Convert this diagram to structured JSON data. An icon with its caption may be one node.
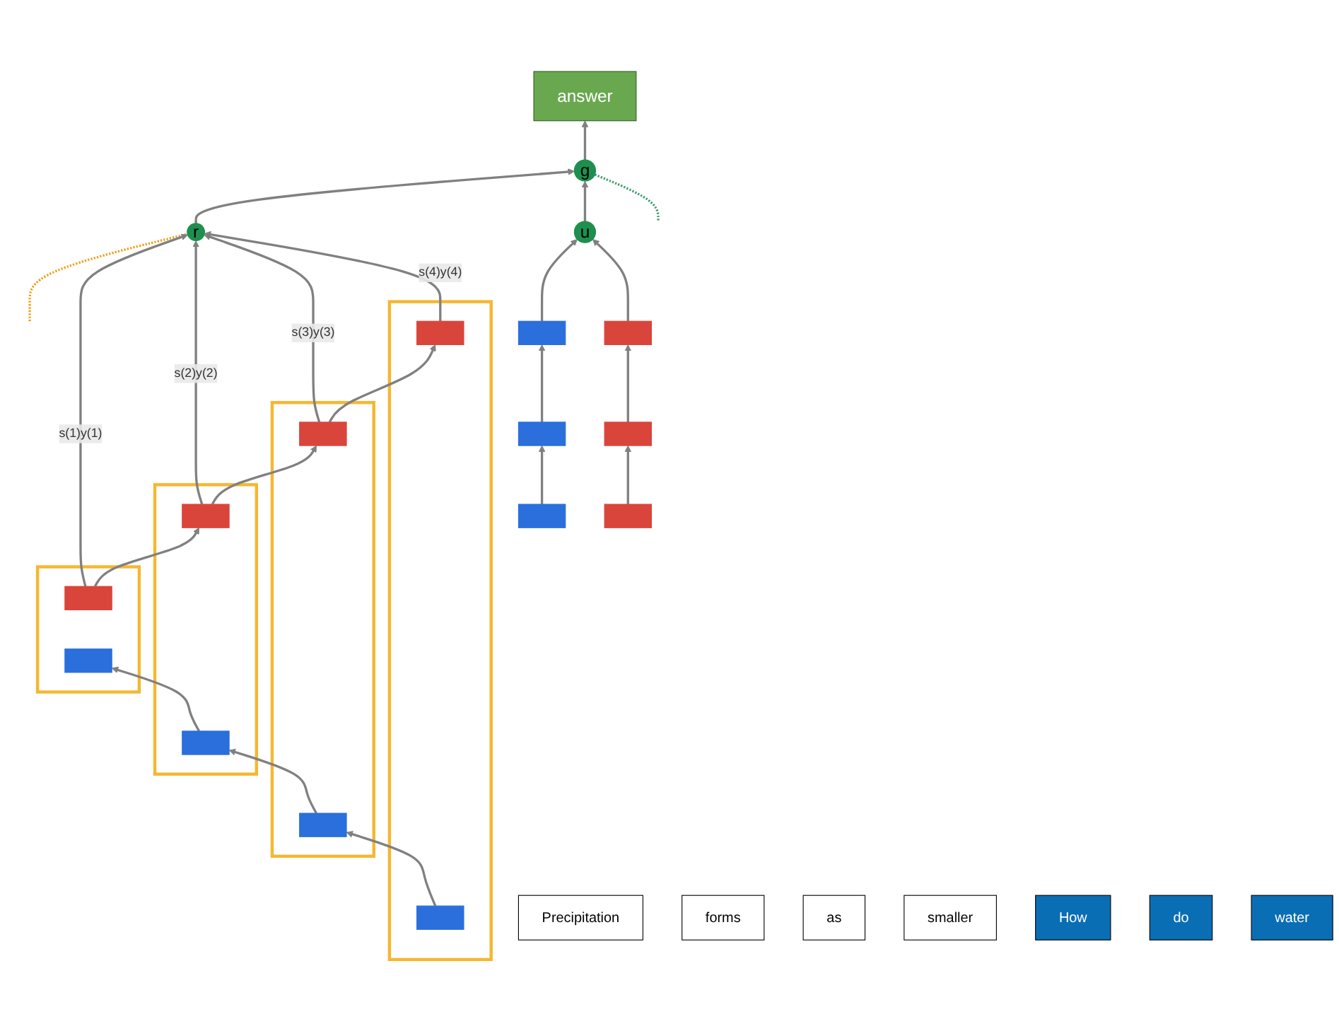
{
  "diagram": {
    "nodes": [
      {
        "text": [
          "answer"
        ]
      },
      {
        "text": [
          "g"
        ]
      },
      {
        "text": [
          "r"
        ]
      },
      {
        "text": [
          "u"
        ]
      },
      {
        "text": [],
        "shape": "box"
      },
      {
        "text": [],
        "shape": "bar",
        "in": 4
      },
      {
        "text": [],
        "shape": "bar",
        "in": 4
      },
      {
        "text": [],
        "shape": "box"
      },
      {
        "text": [],
        "shape": "bar",
        "in": 7
      },
      {
        "text": [],
        "shape": "bar",
        "in": 7
      },
      {
        "text": [],
        "shape": "box"
      },
      {
        "text": [],
        "shape": "bar",
        "in": 10
      },
      {
        "text": [],
        "shape": "bar",
        "in": 10
      },
      {
        "text": [],
        "shape": "box"
      },
      {
        "text": [],
        "shape": "bar",
        "in": 13
      },
      {
        "text": [],
        "shape": "bar",
        "in": 13
      },
      {
        "text": [],
        "shape": "bar"
      },
      {
        "text": [],
        "shape": "bar"
      },
      {
        "text": [],
        "shape": "bar"
      },
      {
        "text": [],
        "shape": "bar"
      },
      {
        "text": [],
        "shape": "bar"
      },
      {
        "text": [],
        "shape": "bar"
      },
      {
        "text": [
          "Precipitation"
        ]
      },
      {
        "text": [
          "forms"
        ]
      },
      {
        "text": [
          "as"
        ]
      },
      {
        "text": [
          "smaller"
        ]
      },
      {
        "text": [
          "How"
        ]
      },
      {
        "text": [
          "do"
        ]
      },
      {
        "text": [
          "water"
        ]
      }
    ],
    "edges": [
      {
        "from": 1,
        "to": 0,
        "arrow": "to"
      },
      {
        "from": 2,
        "to": 1,
        "arrow": "to"
      },
      {
        "from": 3,
        "to": 1,
        "arrow": "to"
      },
      {
        "from": null,
        "to": 1,
        "arrow": "none",
        "style": "dashed",
        "color": "#3d9a6a"
      },
      {
        "from": null,
        "to": 2,
        "arrow": "none",
        "style": "dashed",
        "color": "#f39c12"
      },
      {
        "from": 5,
        "to": 2,
        "arrow": "to",
        "label": "s(1)y(1)"
      },
      {
        "from": 8,
        "to": 2,
        "arrow": "to",
        "label": "s(2)y(2)"
      },
      {
        "from": 11,
        "to": 2,
        "arrow": "to",
        "label": "s(3)y(3)"
      },
      {
        "from": 14,
        "to": 2,
        "arrow": "to",
        "label": "s(4)y(4)"
      },
      {
        "from": 17,
        "to": 3,
        "arrow": "to"
      },
      {
        "from": 20,
        "to": 3,
        "arrow": "to"
      },
      {
        "from": 5,
        "to": 8,
        "arrow": "to"
      },
      {
        "from": 8,
        "to": 11,
        "arrow": "to"
      },
      {
        "from": 11,
        "to": 14,
        "arrow": "to"
      },
      {
        "from": 15,
        "to": 12,
        "arrow": "to"
      },
      {
        "from": 12,
        "to": 9,
        "arrow": "to"
      },
      {
        "from": 9,
        "to": 6,
        "arrow": "to"
      },
      {
        "from": 16,
        "to": 18,
        "arrow": "to"
      },
      {
        "from": 18,
        "to": 20,
        "arrow": "to"
      },
      {
        "from": 21,
        "to": 19,
        "arrow": "to"
      },
      {
        "from": 19,
        "to": 17,
        "arrow": "to"
      }
    ]
  }
}
